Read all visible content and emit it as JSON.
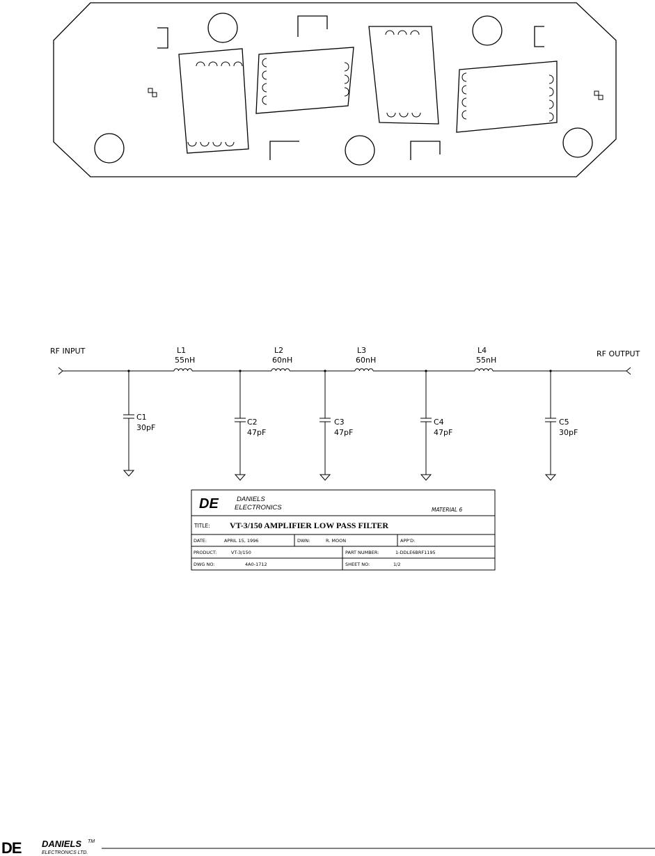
{
  "schematic": {
    "input_label": "RF INPUT",
    "output_label": "RF OUTPUT",
    "inductors": [
      {
        "ref": "L1",
        "value": "55nH"
      },
      {
        "ref": "L2",
        "value": "60nH"
      },
      {
        "ref": "L3",
        "value": "60nH"
      },
      {
        "ref": "L4",
        "value": "55nH"
      }
    ],
    "capacitors": [
      {
        "ref": "C1",
        "value": "30pF"
      },
      {
        "ref": "C2",
        "value": "47pF"
      },
      {
        "ref": "C3",
        "value": "47pF"
      },
      {
        "ref": "C4",
        "value": "47pF"
      },
      {
        "ref": "C5",
        "value": "30pF"
      }
    ]
  },
  "title_block": {
    "logo_mark": "DE",
    "company_line1": "DANIELS",
    "company_line2": "ELECTRONICS",
    "material_note": "MATERIAL 6",
    "title_label": "TITLE:",
    "title_value": "VT-3/150 AMPLIFIER LOW PASS FILTER",
    "date_label": "DATE:",
    "date_value": "APRIL 15, 1996",
    "drawn_label": "DWN:",
    "drawn_value": "R. MOON",
    "approved_label": "APP'D:",
    "product_label": "PRODUCT:",
    "product_value": "VT-3/150",
    "part_label": "PART NUMBER:",
    "part_value": "1-DDLE6BRF1195",
    "drawing_label": "DWG NO:",
    "drawing_value": "4A0-1712",
    "sheet_label": "SHEET NO:",
    "sheet_value": "1/2"
  },
  "footer": {
    "logo_mark": "DE",
    "company_name": "DANIELS",
    "trademark": "TM",
    "company_sub": "ELECTRONICS LTD."
  }
}
